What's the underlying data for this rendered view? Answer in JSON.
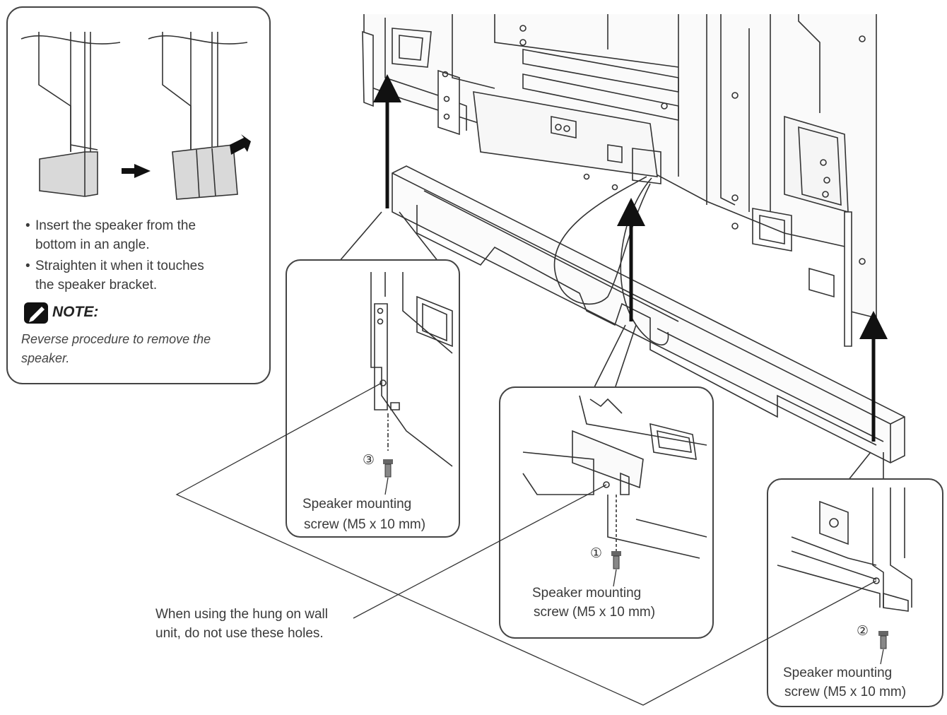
{
  "instructions": {
    "bullet_1_line_1": "Insert the speaker from the",
    "bullet_1_line_2": "bottom in an angle.",
    "bullet_2_line_1": "Straighten it when it touches",
    "bullet_2_line_2": "the speaker bracket.",
    "note_title": "NOTE:",
    "note_line_1": "Reverse procedure to remove the",
    "note_line_2": "speaker."
  },
  "callouts": {
    "left": {
      "number": "③",
      "line_1": "Speaker mounting",
      "line_2": "screw (M5 x 10 mm)"
    },
    "center": {
      "number": "①",
      "line_1": "Speaker mounting",
      "line_2": "screw (M5 x 10 mm)"
    },
    "right": {
      "number": "②",
      "line_1": "Speaker mounting",
      "line_2": "screw (M5 x 10 mm)"
    }
  },
  "warning": {
    "line_1": "When using the hung on wall",
    "line_2": "unit, do not use these holes."
  },
  "icons": {
    "note": "pencil-note-icon",
    "screw": "screw-icon",
    "arrow": "arrow-icon"
  },
  "colors": {
    "line": "#333333",
    "panel_border": "#444444",
    "shade": "#d9d9d9",
    "arrow": "#111111"
  }
}
